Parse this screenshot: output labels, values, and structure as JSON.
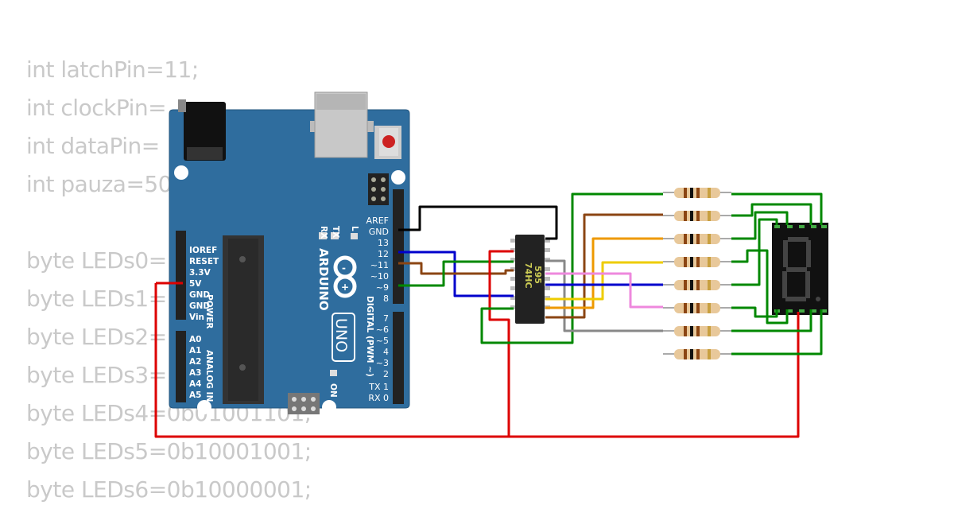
{
  "code_lines": [
    "int latchPin=11;",
    "int clockPin=",
    "int dataPin=",
    "int pauza=50",
    "",
    "byte LEDs0=",
    "byte LEDs1=",
    "byte LEDs2=",
    "byte LEDs3=",
    "byte LEDs4=0b01001101;",
    "byte LEDs5=0b10001001;",
    "byte LEDs6=0b10000001;"
  ],
  "arduino": {
    "brand": "ARDUINO",
    "model": "UNO",
    "power_header_labels": [
      "IOREF",
      "RESET",
      "3.3V",
      "5V",
      "GND",
      "GND",
      "Vin"
    ],
    "power_section": "POWER",
    "analog_header_labels": [
      "A0",
      "A1",
      "A2",
      "A3",
      "A4",
      "A5"
    ],
    "analog_section": "ANALOG IN",
    "digital_top_labels": [
      "AREF",
      "GND",
      "13",
      "12",
      "~11",
      "~10",
      "~9",
      "8"
    ],
    "digital_bottom_labels": [
      "7",
      "~6",
      "~5",
      "4",
      "~3",
      "2",
      "TX 1",
      "RX 0"
    ],
    "digital_section": "DIGITAL (PWM ~)",
    "led_labels": {
      "tx": "TX",
      "rx": "RX",
      "l": "L",
      "on": "ON"
    }
  },
  "ic": {
    "line1": "74HC",
    "line2": "595"
  },
  "wire_colors": {
    "black": "#000000",
    "blue": "#0000cc",
    "brown": "#8b4513",
    "green": "#008800",
    "red": "#dd0000",
    "orange": "#ee9900",
    "yellow": "#eecc00",
    "pink": "#ee88dd",
    "gray": "#888888"
  },
  "board_color": "#2f6d9e"
}
